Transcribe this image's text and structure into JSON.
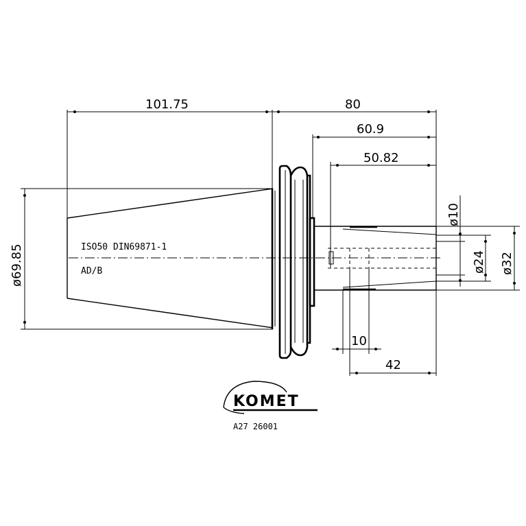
{
  "dimensions": {
    "overall_left": "101.75",
    "overall_right": "80",
    "to_shoulder": "60.9",
    "to_face": "50.82",
    "flange_dia": "ø69.85",
    "bore_small": "ø10",
    "bore_mid": "ø24",
    "shank_dia": "ø32",
    "short_len": "10",
    "bore_len": "42"
  },
  "notes": {
    "standard": "ISO50 DIN69871-1",
    "form": "AD/B"
  },
  "logo": {
    "brand": "KOMET",
    "part_number": "A27 26001"
  }
}
